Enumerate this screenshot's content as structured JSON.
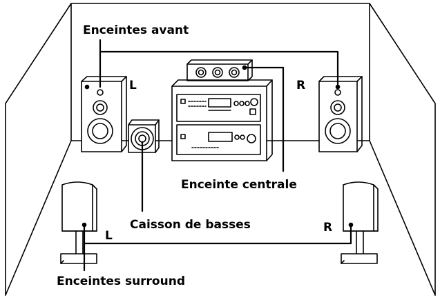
{
  "labels": {
    "front_speakers": "Enceintes avant",
    "center_speaker": "Enceinte centrale",
    "subwoofer": "Caisson de basses",
    "surround_speakers": "Enceintes surround",
    "front_left": "L",
    "front_right": "R",
    "surround_left": "L",
    "surround_right": "R"
  },
  "colors": {
    "line": "#000000",
    "background": "#ffffff"
  }
}
